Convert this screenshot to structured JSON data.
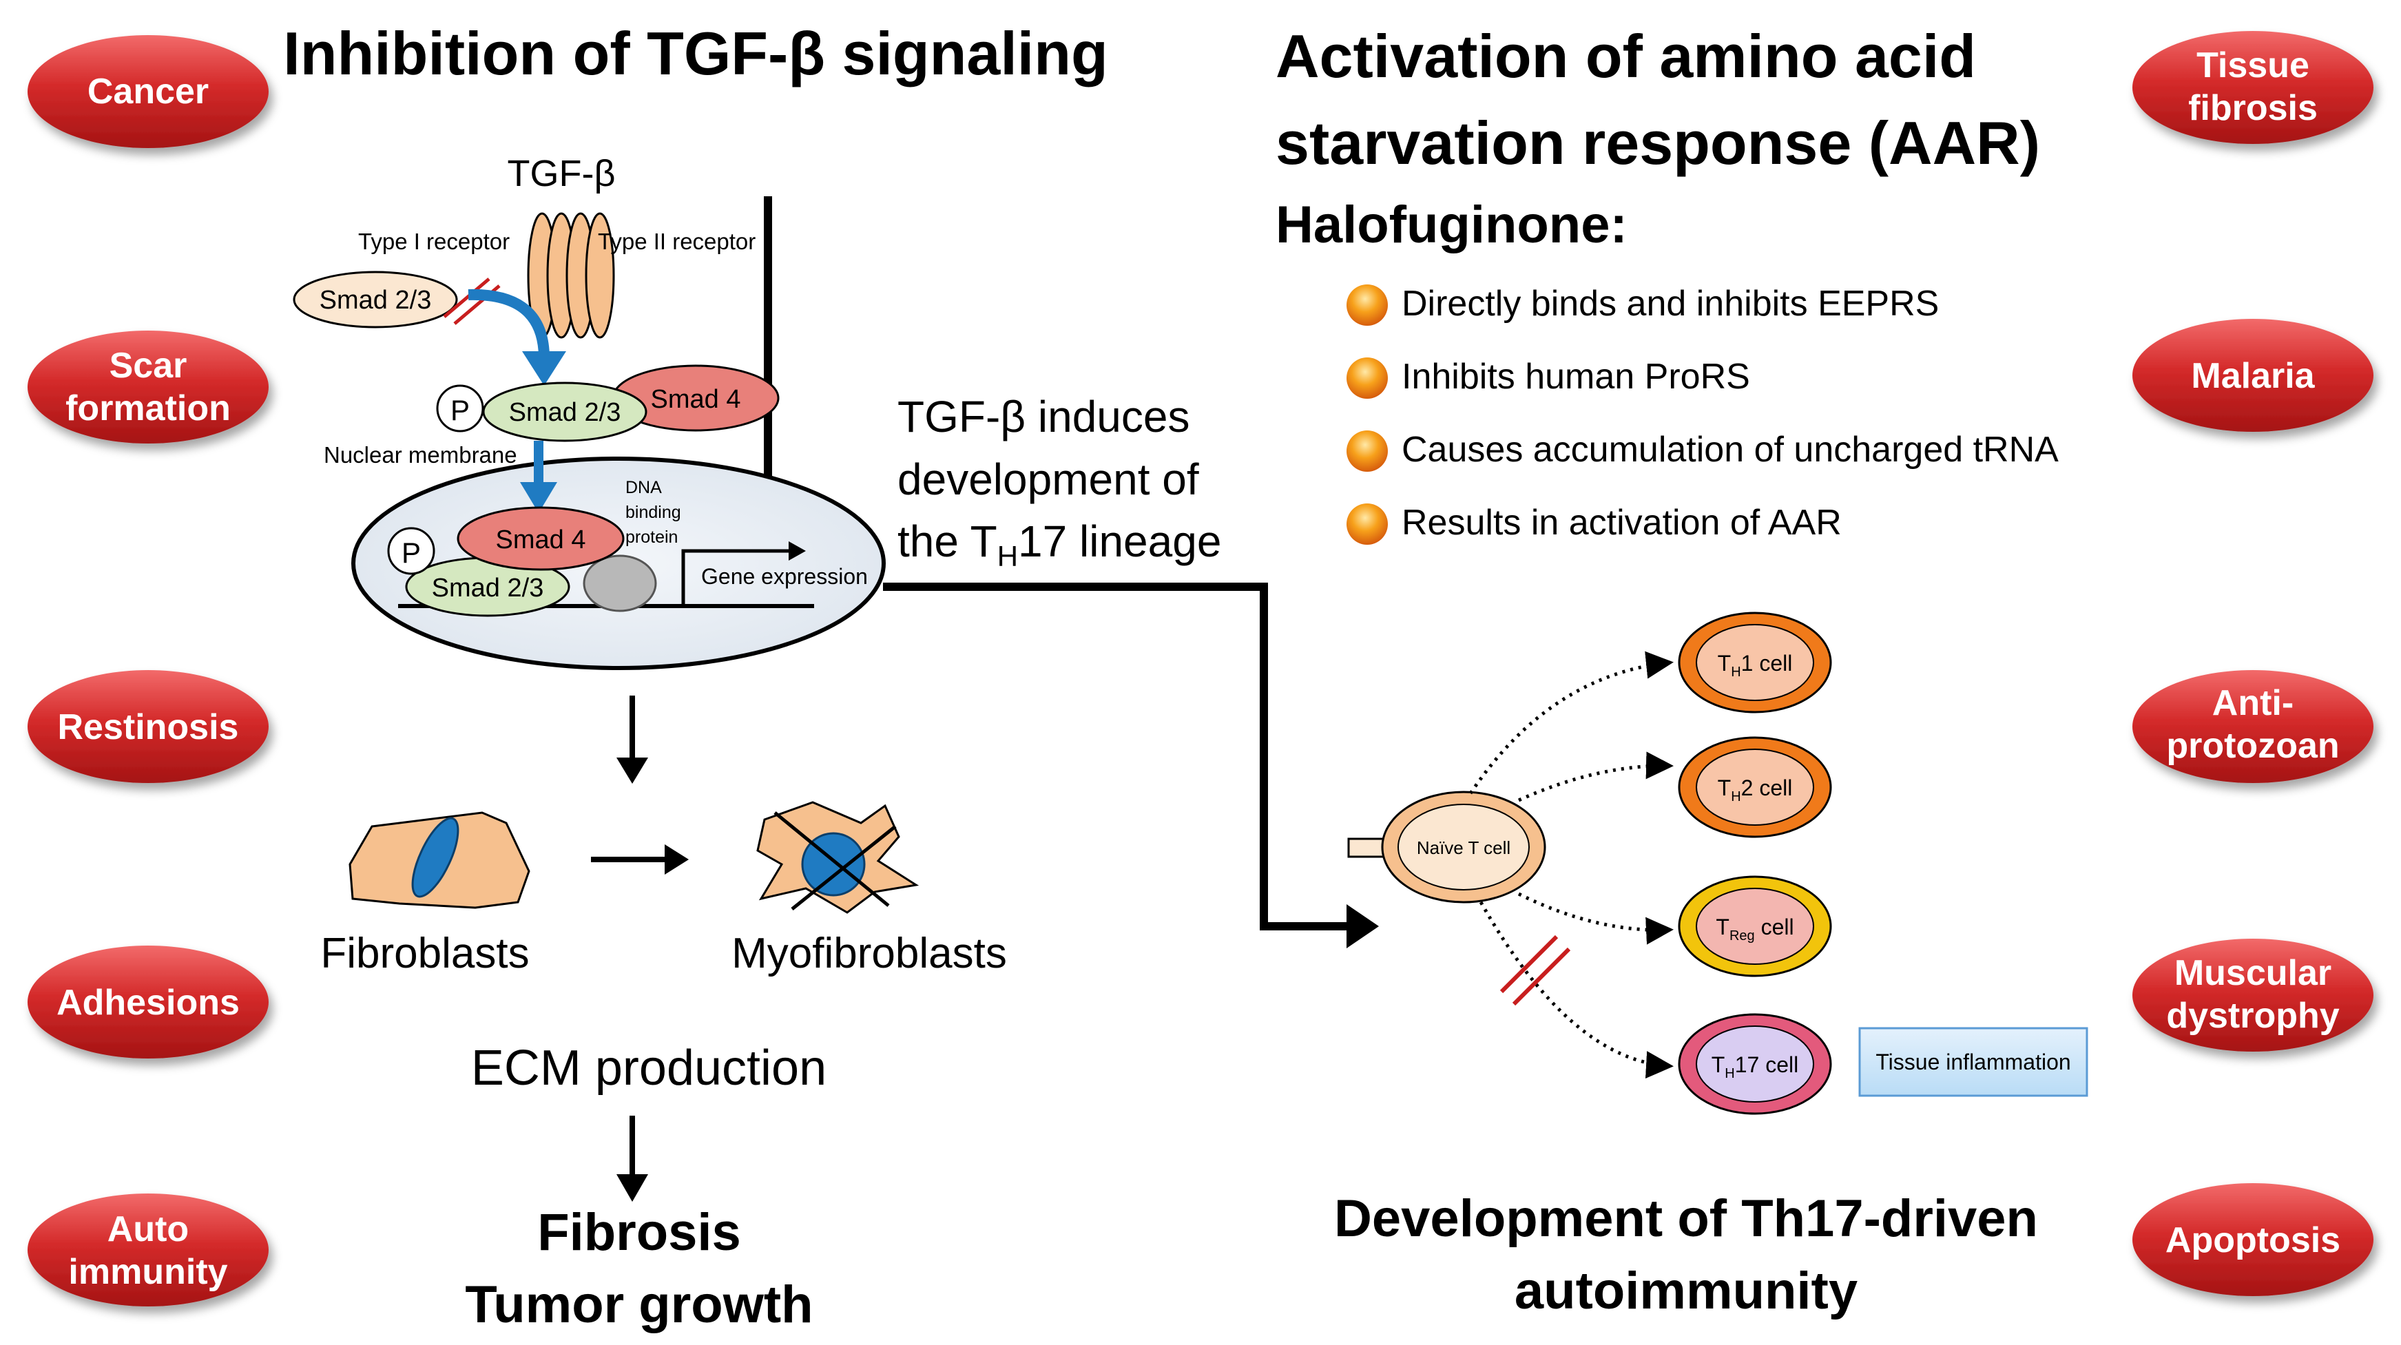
{
  "titles": {
    "left_title": "Inhibition of TGF-β signaling",
    "right_title_line1": "Activation of amino acid",
    "right_title_line2": "starvation response (AAR)",
    "halofuginone": "Halofuginone:",
    "bottom_right_line1": "Development of Th17-driven",
    "bottom_right_line2": "autoimmunity"
  },
  "left_pills": [
    {
      "line1": "Cancer",
      "line2": ""
    },
    {
      "line1": "Scar",
      "line2": "formation"
    },
    {
      "line1": "Restinosis",
      "line2": ""
    },
    {
      "line1": "Adhesions",
      "line2": ""
    },
    {
      "line1": "Auto",
      "line2": "immunity"
    }
  ],
  "right_pills": [
    {
      "line1": "Tissue",
      "line2": "fibrosis"
    },
    {
      "line1": "Malaria",
      "line2": ""
    },
    {
      "line1": "Anti-",
      "line2": "protozoan"
    },
    {
      "line1": "Muscular",
      "line2": "dystrophy"
    },
    {
      "line1": "Apoptosis",
      "line2": ""
    }
  ],
  "halofuginone_bullets": [
    "Directly binds and inhibits EEPRS",
    "Inhibits human ProRS",
    "Causes accumulation of uncharged tRNA",
    "Results in activation of AAR"
  ],
  "pathway": {
    "tgfb": "TGF-β",
    "type1": "Type I receptor",
    "type2": "Type II receptor",
    "smad23": "Smad 2/3",
    "smad4": "Smad 4",
    "p": "P",
    "nuclear_membrane": "Nuclear membrane",
    "dna_binding_1": "DNA",
    "dna_binding_2": "binding",
    "dna_binding_3": "protein",
    "gene_expression": "Gene expression",
    "fibroblasts": "Fibroblasts",
    "myofibroblasts": "Myofibroblasts",
    "ecm": "ECM production",
    "fibrosis": "Fibrosis",
    "tumor": "Tumor growth"
  },
  "th17_text": {
    "line1": "TGF-β induces",
    "line2": "development of",
    "line3_pre": "the T",
    "line3_sub": "H",
    "line3_post": "17 lineage"
  },
  "tcells": {
    "naive": "Naïve T cell",
    "th1_t": "T",
    "th1_sub": "H",
    "th1_post": "1 cell",
    "th2_t": "T",
    "th2_sub": "H",
    "th2_post": "2 cell",
    "treg_t": "T",
    "treg_sub": "Reg",
    "treg_post": " cell",
    "th17_t": "T",
    "th17_sub": "H",
    "th17_post": "17 cell",
    "tissue_inflammation": "Tissue inflammation"
  },
  "colors": {
    "pill_red": "#d42a2a",
    "smad_green": "#d5e8c0",
    "smad4_red": "#e8807a",
    "receptor_orange": "#f6c08e",
    "arrow_blue": "#1f7bc2",
    "th1_orange": "#f07a1a",
    "treg_yellow": "#f2c40c",
    "th17_pink": "#e35a7c"
  }
}
